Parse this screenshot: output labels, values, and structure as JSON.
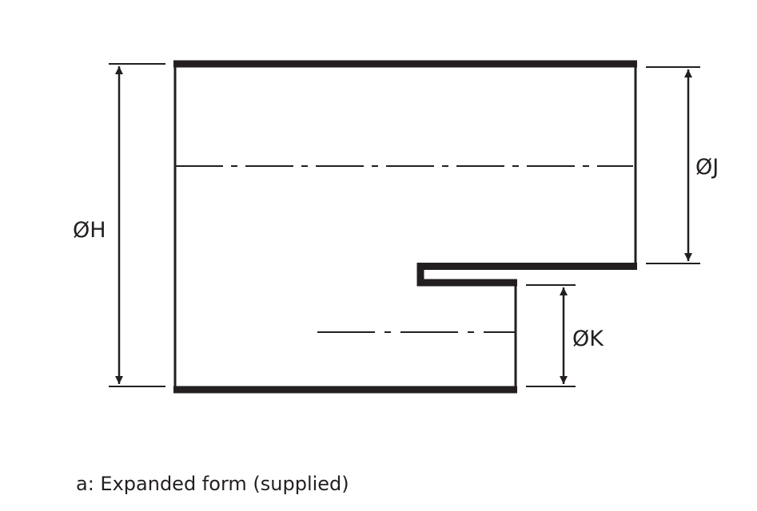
{
  "labels": {
    "dim_h": "ØH",
    "dim_j": "ØJ",
    "dim_k": "ØK"
  },
  "caption": "a:  Expanded form (supplied)",
  "colors": {
    "ink": "#231f20",
    "background": "#ffffff"
  }
}
